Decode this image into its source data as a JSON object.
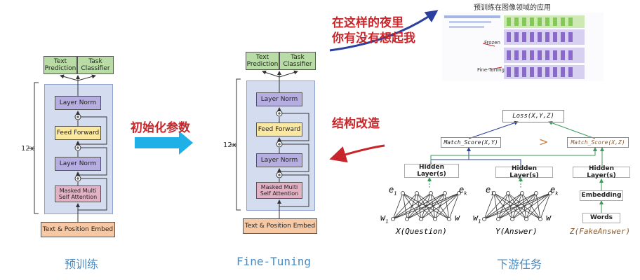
{
  "left": {
    "output_boxes": [
      "Text\nPrediction",
      "Task\nClassifier"
    ],
    "blocks": [
      "Layer Norm",
      "Feed Forward",
      "Layer Norm",
      "Masked Multi\nSelf Attention"
    ],
    "repeat_label": "12x",
    "embed": "Text & Position Embed",
    "caption": "预训练"
  },
  "middle": {
    "output_boxes": [
      "Text\nPrediction",
      "Task\nClassifier"
    ],
    "blocks": [
      "Layer Norm",
      "Feed Forward",
      "Layer Norm",
      "Masked Multi\nSelf Attention"
    ],
    "repeat_label": "12x",
    "embed": "Text & Position Embed",
    "caption": "Fine-Tuning"
  },
  "annotations": {
    "init_params": "初始化参数",
    "lyric": [
      "在这样的夜里",
      "你有没有想起我"
    ],
    "struct_change": "结构改造"
  },
  "top_right": {
    "title": "预训练在图像领域的应用",
    "frozen_label": "Frozen",
    "finetune_label": "Fine-Tuning"
  },
  "downstream": {
    "loss": "Loss(X,Y,Z)",
    "match1": "Match_Score(X,Y)",
    "gt": ">",
    "match2": "Match_Score(X,Z)",
    "hidden1": "Hidden\nLayer(s)",
    "hidden2": "Hidden Layer(s)",
    "hidden3": "Hidden Layer(s)",
    "embedding": "Embedding",
    "words": "Words",
    "e1": "e",
    "ek": "e",
    "w1": "w",
    "w": "w",
    "x_label": "X(Question)",
    "y_label": "Y(Answer)",
    "z_label": "Z(FakeAnswer)",
    "caption": "下游任务"
  },
  "colors": {
    "green": "#b9dca7",
    "purple": "#b6aee0",
    "yellow": "#fbe8a0",
    "pink": "#e3b1c4",
    "orange": "#f6c8a4",
    "caption": "#4a8bc2",
    "red": "#c8262a"
  }
}
